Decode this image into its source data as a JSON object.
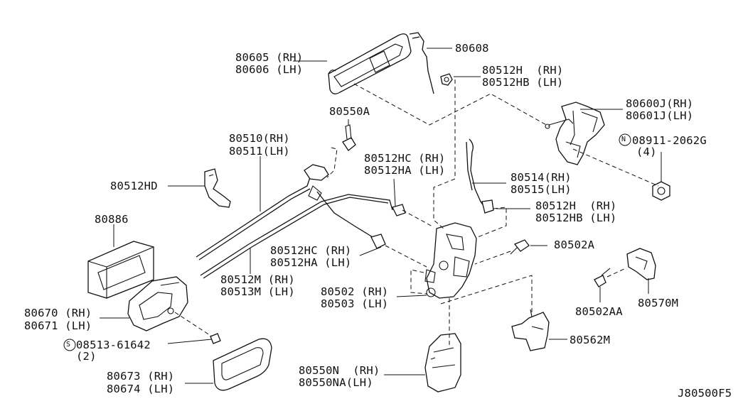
{
  "labels": {
    "l80605": "80605 (RH)",
    "l80606": "80606 (LH)",
    "l80608": "80608",
    "l80512h_a": "80512H  (RH)",
    "l80512hb_a": "80512HB (LH)",
    "l80600j": "80600J(RH)",
    "l80601j": "80601J(LH)",
    "l80550a": "80550A",
    "l08911": "08911-2062G",
    "l08911_qty": "(4)",
    "l80510": "80510(RH)",
    "l80511": "80511(LH)",
    "l80512hc_a": "80512HC (RH)",
    "l80512ha_a": "80512HA (LH)",
    "l80512hd": "80512HD",
    "l80514": "80514(RH)",
    "l80515": "80515(LH)",
    "l80512h_b": "80512H  (RH)",
    "l80512hb_b": "80512HB (LH)",
    "l80886": "80886",
    "l80512hc_b": "80512HC (RH)",
    "l80512ha_b": "80512HA (LH)",
    "l80502a": "80502A",
    "l80512m": "80512M (RH)",
    "l80513m": "80513M (LH)",
    "l80502": "80502 (RH)",
    "l80503": "80503 (LH)",
    "l80670": "80670 (RH)",
    "l80671": "80671 (LH)",
    "l80502aa": "80502AA",
    "l80570m": "80570M",
    "l08513": "08513-61642",
    "l08513_qty": "(2)",
    "l80562m": "80562M",
    "l80673": "80673 (RH)",
    "l80674": "80674 (LH)",
    "l80550n": "80550N  (RH)",
    "l80550na": "80550NA(LH)",
    "diagram_code": "J80500F5",
    "n_symbol": "N",
    "s_symbol": "S"
  }
}
